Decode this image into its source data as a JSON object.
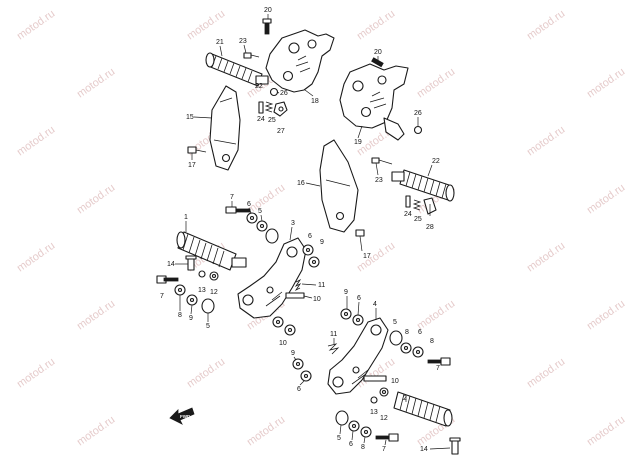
{
  "watermark": "motod.ru",
  "forward_arrow_label": "FWD",
  "callouts": [
    {
      "id": "c20a",
      "label": "20"
    },
    {
      "id": "c23a",
      "label": "23"
    },
    {
      "id": "c21",
      "label": "21"
    },
    {
      "id": "c22a",
      "label": "22"
    },
    {
      "id": "c26a",
      "label": "26"
    },
    {
      "id": "c18",
      "label": "18"
    },
    {
      "id": "c24a",
      "label": "24"
    },
    {
      "id": "c25a",
      "label": "25"
    },
    {
      "id": "c27",
      "label": "27"
    },
    {
      "id": "c20b",
      "label": "20"
    },
    {
      "id": "c26b",
      "label": "26"
    },
    {
      "id": "c19",
      "label": "19"
    },
    {
      "id": "c15",
      "label": "15"
    },
    {
      "id": "c17a",
      "label": "17"
    },
    {
      "id": "c22b",
      "label": "22"
    },
    {
      "id": "c23b",
      "label": "23"
    },
    {
      "id": "c16",
      "label": "16"
    },
    {
      "id": "c24b",
      "label": "24"
    },
    {
      "id": "c25b",
      "label": "25"
    },
    {
      "id": "c28",
      "label": "28"
    },
    {
      "id": "c7a",
      "label": "7"
    },
    {
      "id": "c6a",
      "label": "6"
    },
    {
      "id": "c5a",
      "label": "5"
    },
    {
      "id": "c3",
      "label": "3"
    },
    {
      "id": "c1",
      "label": "1"
    },
    {
      "id": "c6b",
      "label": "6"
    },
    {
      "id": "c9a",
      "label": "9"
    },
    {
      "id": "c17b",
      "label": "17"
    },
    {
      "id": "c14a",
      "label": "14"
    },
    {
      "id": "c10a",
      "label": "10"
    },
    {
      "id": "c13a",
      "label": "13"
    },
    {
      "id": "c12a",
      "label": "12"
    },
    {
      "id": "c11a",
      "label": "11"
    },
    {
      "id": "c7b",
      "label": "7"
    },
    {
      "id": "c8a",
      "label": "8"
    },
    {
      "id": "c9b",
      "label": "9"
    },
    {
      "id": "c5b",
      "label": "5"
    },
    {
      "id": "c10b",
      "label": "10"
    },
    {
      "id": "c9c",
      "label": "9"
    },
    {
      "id": "c6c",
      "label": "6"
    },
    {
      "id": "c4",
      "label": "4"
    },
    {
      "id": "c8b",
      "label": "8"
    },
    {
      "id": "c5c",
      "label": "5"
    },
    {
      "id": "c6d",
      "label": "6"
    },
    {
      "id": "c8c",
      "label": "8"
    },
    {
      "id": "c7c",
      "label": "7"
    },
    {
      "id": "c11b",
      "label": "11"
    },
    {
      "id": "c9d",
      "label": "9"
    },
    {
      "id": "c6e",
      "label": "6"
    },
    {
      "id": "c10c",
      "label": "10"
    },
    {
      "id": "c13b",
      "label": "13"
    },
    {
      "id": "c12b",
      "label": "12"
    },
    {
      "id": "c2",
      "label": "2"
    },
    {
      "id": "c5d",
      "label": "5"
    },
    {
      "id": "c6f",
      "label": "6"
    },
    {
      "id": "c8d",
      "label": "8"
    },
    {
      "id": "c7d",
      "label": "7"
    },
    {
      "id": "c14b",
      "label": "14"
    }
  ]
}
